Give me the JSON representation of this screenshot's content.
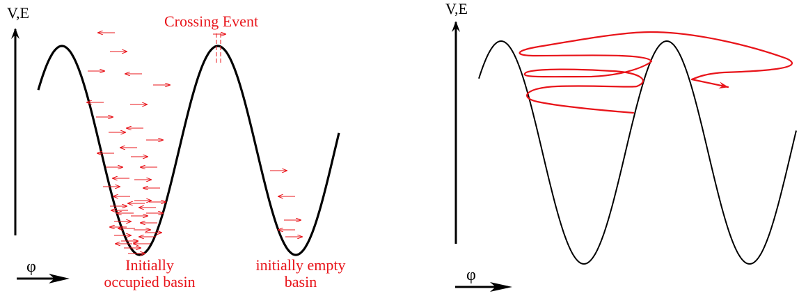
{
  "colors": {
    "ink": "#000000",
    "accent": "#e8141a"
  },
  "left_panel": {
    "axis_y_label": "V,E",
    "axis_x_label": "φ",
    "annotation_crossing": "Crossing Event",
    "label_occupied_line1": "Initially",
    "label_occupied_line2": "occupied basin",
    "label_empty_line1": "initially empty",
    "label_empty_line2": "basin"
  },
  "right_panel": {
    "axis_y_label": "V,E",
    "axis_x_label": "φ"
  }
}
